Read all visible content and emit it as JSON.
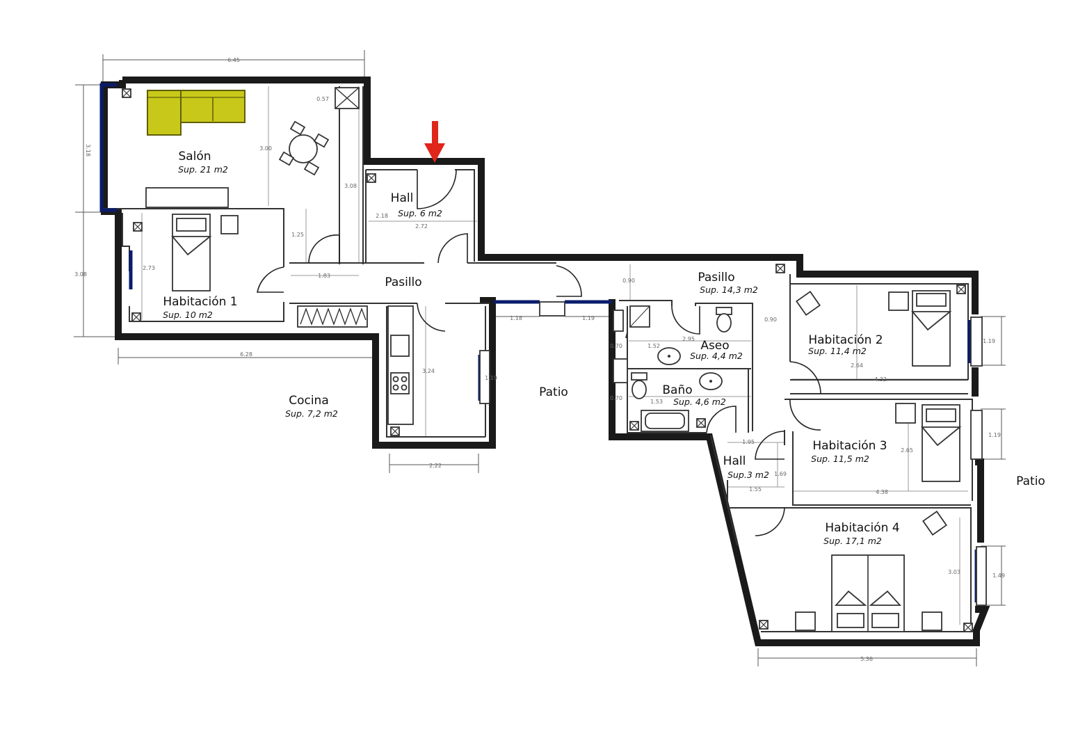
{
  "colors": {
    "wall": "#1a1a1a",
    "window": "#0a1c6b",
    "sofa": "#c8c81a",
    "sofa_outline": "#5e5e0a",
    "entry_arrow": "#e0251b",
    "dimension": "#666666"
  },
  "rooms": [
    {
      "id": "salon",
      "name": "Salón",
      "area": "Sup. 21 m2"
    },
    {
      "id": "hall-entrada",
      "name": "Hall",
      "area": "Sup. 6 m2"
    },
    {
      "id": "habitacion-1",
      "name": "Habitación 1",
      "area": "Sup. 10 m2"
    },
    {
      "id": "pasillo-1",
      "name": "Pasillo",
      "area": ""
    },
    {
      "id": "pasillo-2",
      "name": "Pasillo",
      "area": "Sup. 14,3 m2"
    },
    {
      "id": "cocina",
      "name": "Cocina",
      "area": "Sup. 7,2 m2"
    },
    {
      "id": "aseo",
      "name": "Aseo",
      "area": "Sup. 4,4 m2"
    },
    {
      "id": "bano",
      "name": "Baño",
      "area": "Sup. 4,6 m2"
    },
    {
      "id": "hall-2",
      "name": "Hall",
      "area": "Sup.3 m2"
    },
    {
      "id": "habitacion-2",
      "name": "Habitación 2",
      "area": "Sup. 11,4 m2"
    },
    {
      "id": "habitacion-3",
      "name": "Habitación 3",
      "area": "Sup. 11,5 m2"
    },
    {
      "id": "habitacion-4",
      "name": "Habitación 4",
      "area": "Sup. 17,1 m2"
    }
  ],
  "patios": [
    {
      "id": "patio-1",
      "name": "Patio"
    },
    {
      "id": "patio-2",
      "name": "Patio"
    }
  ],
  "dimensions": [
    {
      "id": "top-width",
      "value": "6.45"
    },
    {
      "id": "left-salon",
      "value": "3.18"
    },
    {
      "id": "left-hab1",
      "value": "3.08"
    },
    {
      "id": "salon-depth",
      "value": "3.00"
    },
    {
      "id": "salon-right",
      "value": "3.08"
    },
    {
      "id": "salon-shaft",
      "value": "0.57"
    },
    {
      "id": "salon-low",
      "value": "1.25"
    },
    {
      "id": "hab1-height",
      "value": "2.73"
    },
    {
      "id": "pasillo-width",
      "value": "1.83"
    },
    {
      "id": "bottom-left",
      "value": "6.28"
    },
    {
      "id": "hall-depth",
      "value": "2.18"
    },
    {
      "id": "hall-width",
      "value": "2.72"
    },
    {
      "id": "cocina-height",
      "value": "3.24"
    },
    {
      "id": "cocina-window",
      "value": "1.19"
    },
    {
      "id": "cocina-bottom",
      "value": "2.22"
    },
    {
      "id": "patio-left",
      "value": "1.18"
    },
    {
      "id": "patio-right",
      "value": "1.19"
    },
    {
      "id": "pasillo-door",
      "value": "0.90"
    },
    {
      "id": "aseo-door",
      "value": "0.90"
    },
    {
      "id": "aseo-shower",
      "value": "0.70"
    },
    {
      "id": "aseo-sink",
      "value": "1.52"
    },
    {
      "id": "aseo-width",
      "value": "2.95"
    },
    {
      "id": "bano-door",
      "value": "0.70"
    },
    {
      "id": "bano-width",
      "value": "1.53"
    },
    {
      "id": "hall2-top",
      "value": "1.95"
    },
    {
      "id": "hall2-side",
      "value": "1.69"
    },
    {
      "id": "hall2-bottom",
      "value": "1.55"
    },
    {
      "id": "hab2-depth",
      "value": "2.64"
    },
    {
      "id": "hab2-width",
      "value": "4.32"
    },
    {
      "id": "hab2-window",
      "value": "1.19"
    },
    {
      "id": "hab3-depth",
      "value": "2.65"
    },
    {
      "id": "hab3-width",
      "value": "4.38"
    },
    {
      "id": "hab3-window",
      "value": "1.19"
    },
    {
      "id": "hab4-depth",
      "value": "3.03"
    },
    {
      "id": "hab4-window",
      "value": "1.49"
    },
    {
      "id": "bottom-right",
      "value": "5.36"
    }
  ]
}
